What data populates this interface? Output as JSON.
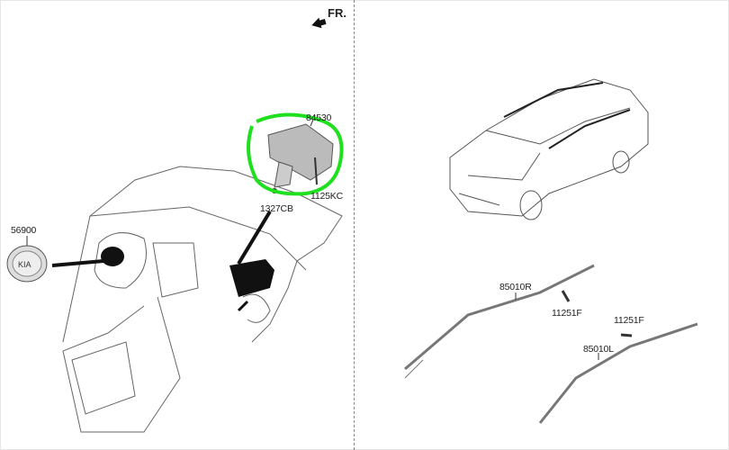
{
  "direction_label": "FR.",
  "parts": {
    "driver_airbag": "56900",
    "passenger_airbag": "84530",
    "bolt_left": "1327CB",
    "bolt_right": "1125KC",
    "curtain_right": "85010R",
    "curtain_left": "85010L",
    "clip_right": "11251F",
    "clip_left": "11251F"
  },
  "colors": {
    "highlight": "#1ee01e",
    "line": "#555555"
  }
}
